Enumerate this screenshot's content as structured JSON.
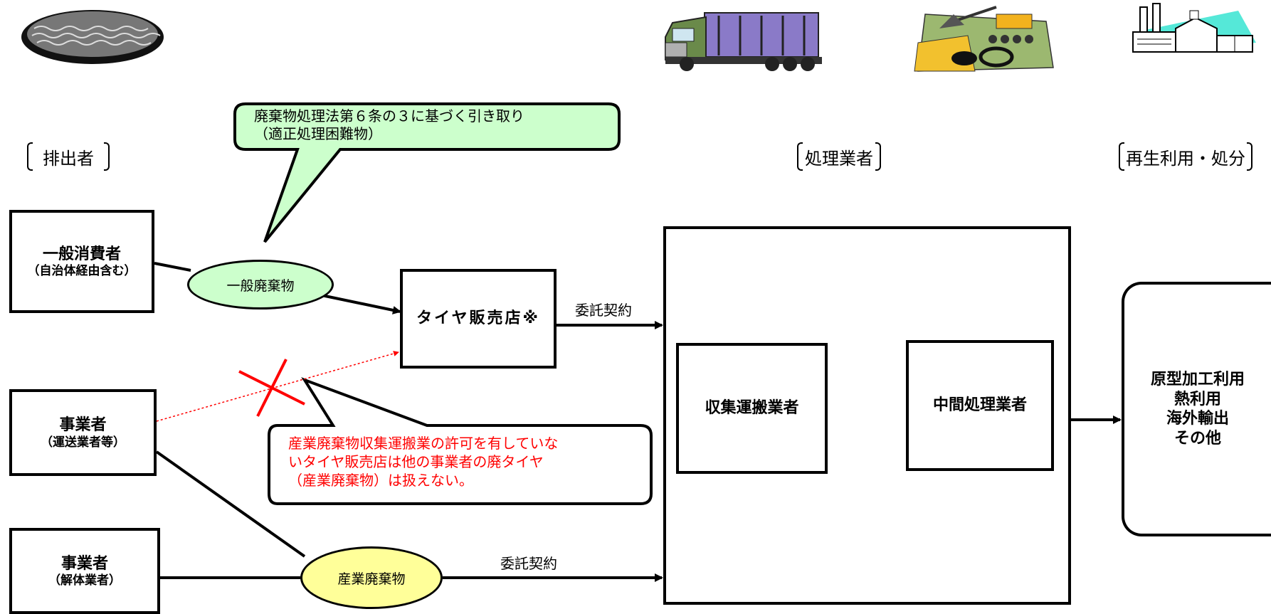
{
  "headers": {
    "emitter": "排出者",
    "processor": "処理業者",
    "recycle": "再生利用・処分"
  },
  "nodes": {
    "general_consumer": {
      "title": "一般消費者",
      "sub": "（自治体経由含む）"
    },
    "business_transport": {
      "title": "事業者",
      "sub": "（運送業者等）"
    },
    "business_demolition": {
      "title": "事業者",
      "sub": "（解体業者）"
    },
    "tire_shop": {
      "title": "タイヤ販売店※"
    },
    "collector": {
      "title": "収集運搬業者"
    },
    "intermediate": {
      "title": "中間処理業者"
    },
    "final": {
      "lines": [
        "原型加工利用",
        "熱利用",
        "海外輸出",
        "その他"
      ]
    }
  },
  "waste_types": {
    "general": "一般廃棄物",
    "industrial": "産業廃棄物"
  },
  "edge_labels": {
    "contract_upper": "委託契約",
    "contract_lower": "委託契約"
  },
  "callouts": {
    "law": [
      "廃棄物処理法第６条の３に基づく引き取り",
      "（適正処理困難物）"
    ],
    "warning": [
      "産業廃棄物収集運搬業の許可を有していな",
      "いタイヤ販売店は他の事業者の廃タイヤ",
      "（産業廃棄物）は扱えない。"
    ]
  },
  "colors": {
    "general_waste_fill": "#ccffcc",
    "industrial_waste_fill": "#ffff99",
    "callout_fill": "#ccffcc",
    "warning_text": "#ff0000",
    "invalid_link": "#ff0000"
  },
  "icons": [
    "tire-icon",
    "dump-truck-icon",
    "recycling-machinery-icon",
    "factory-icon"
  ]
}
